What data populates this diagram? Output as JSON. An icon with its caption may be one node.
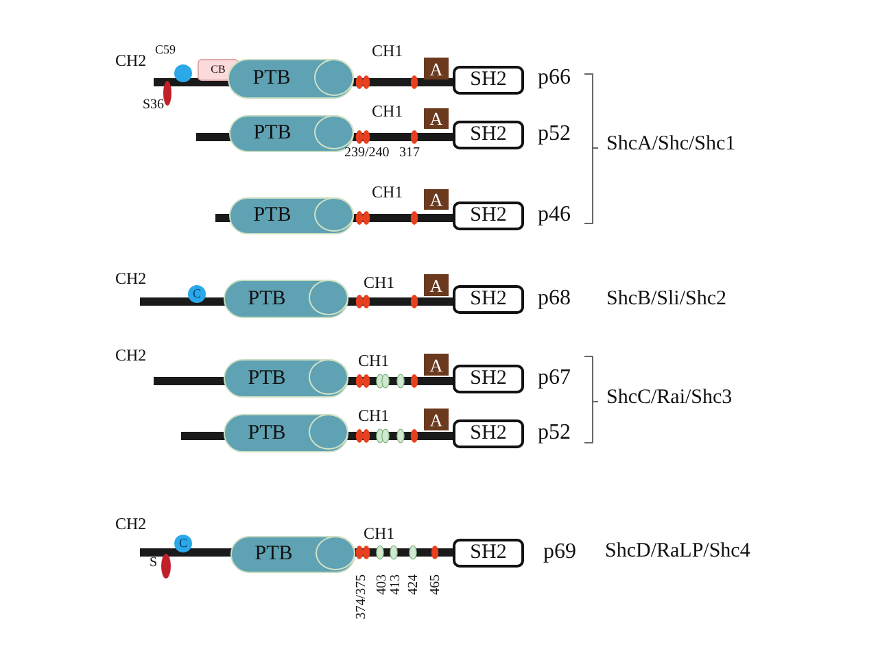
{
  "diagram": {
    "nodes": [
      {
        "text": [],
        "shape": "circle",
        "beside": [
          "C59"
        ]
      },
      {
        "text": [
          "CB"
        ]
      },
      {
        "text": [
          "PTB"
        ]
      },
      {
        "text": [
          "A"
        ]
      },
      {
        "text": [
          "SH2"
        ]
      },
      {
        "text": [
          "PTB"
        ]
      },
      {
        "text": [
          "A"
        ]
      },
      {
        "text": [
          "SH2"
        ]
      },
      {
        "text": [
          "PTB"
        ]
      },
      {
        "text": [
          "A"
        ]
      },
      {
        "text": [
          "SH2"
        ]
      },
      {
        "text": [
          "C"
        ]
      },
      {
        "text": [
          "PTB"
        ]
      },
      {
        "text": [
          "A"
        ]
      },
      {
        "text": [
          "SH2"
        ]
      },
      {
        "text": [
          "PTB"
        ]
      },
      {
        "text": [
          "A"
        ]
      },
      {
        "text": [
          "SH2"
        ]
      },
      {
        "text": [
          "PTB"
        ]
      },
      {
        "text": [
          "A"
        ]
      },
      {
        "text": [
          "SH2"
        ]
      },
      {
        "text": [
          "C"
        ]
      },
      {
        "text": [
          "PTB"
        ]
      },
      {
        "text": [
          "SH2"
        ]
      }
    ],
    "labels": [
      "CH2",
      "S36",
      "CH1",
      "p66",
      "CH1",
      "p52",
      "239/240",
      "317",
      "ShcA/Shc/Shc1",
      "CH1",
      "p46",
      "CH2",
      "CH1",
      "p68",
      "ShcB/Sli/Shc2",
      "CH2",
      "CH1",
      "p67",
      "ShcC/Rai/Shc3",
      "CH1",
      "p52",
      "CH2",
      "CH1",
      "p69",
      "ShcD/RaLP/Shc4",
      "S",
      "374/375",
      "403",
      "413",
      "424",
      "465"
    ]
  }
}
